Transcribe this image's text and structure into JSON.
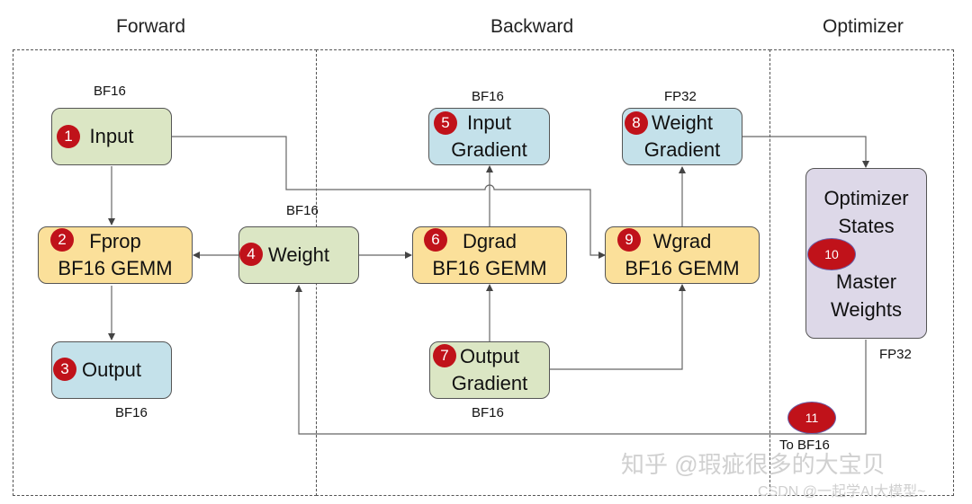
{
  "sections": {
    "forward": "Forward",
    "backward": "Backward",
    "optimizer": "Optimizer"
  },
  "nodes": {
    "input": {
      "num": "1",
      "label": "Input",
      "precision": "BF16"
    },
    "fprop": {
      "num": "2",
      "label": "Fprop\nBF16 GEMM"
    },
    "output": {
      "num": "3",
      "label": "Output",
      "precision": "BF16"
    },
    "weight": {
      "num": "4",
      "label": "Weight",
      "precision": "BF16"
    },
    "input_gradient": {
      "num": "5",
      "label": "Input\nGradient",
      "precision": "BF16"
    },
    "dgrad": {
      "num": "6",
      "label": "Dgrad\nBF16 GEMM"
    },
    "output_gradient": {
      "num": "7",
      "label": "Output\nGradient",
      "precision": "BF16"
    },
    "weight_gradient": {
      "num": "8",
      "label": "Weight\nGradient",
      "precision": "FP32"
    },
    "wgrad": {
      "num": "9",
      "label": "Wgrad\nBF16 GEMM"
    },
    "optimizer_states": {
      "num": "10",
      "label": "Optimizer\nStates\n\nMaster\nWeights",
      "precision": "FP32"
    }
  },
  "cast": {
    "num": "11",
    "label": "To BF16"
  },
  "watermark": {
    "zhihu": "知乎 @瑕疵很多的大宝贝",
    "csdn": "CSDN @一起学AI大模型~"
  },
  "colors": {
    "input_fill": "#dbe6c4",
    "gemm_fill": "#fbe09a",
    "output_fill": "#c4e1ea",
    "optimizer_fill": "#ddd8e8",
    "badge": "#c0121a"
  }
}
